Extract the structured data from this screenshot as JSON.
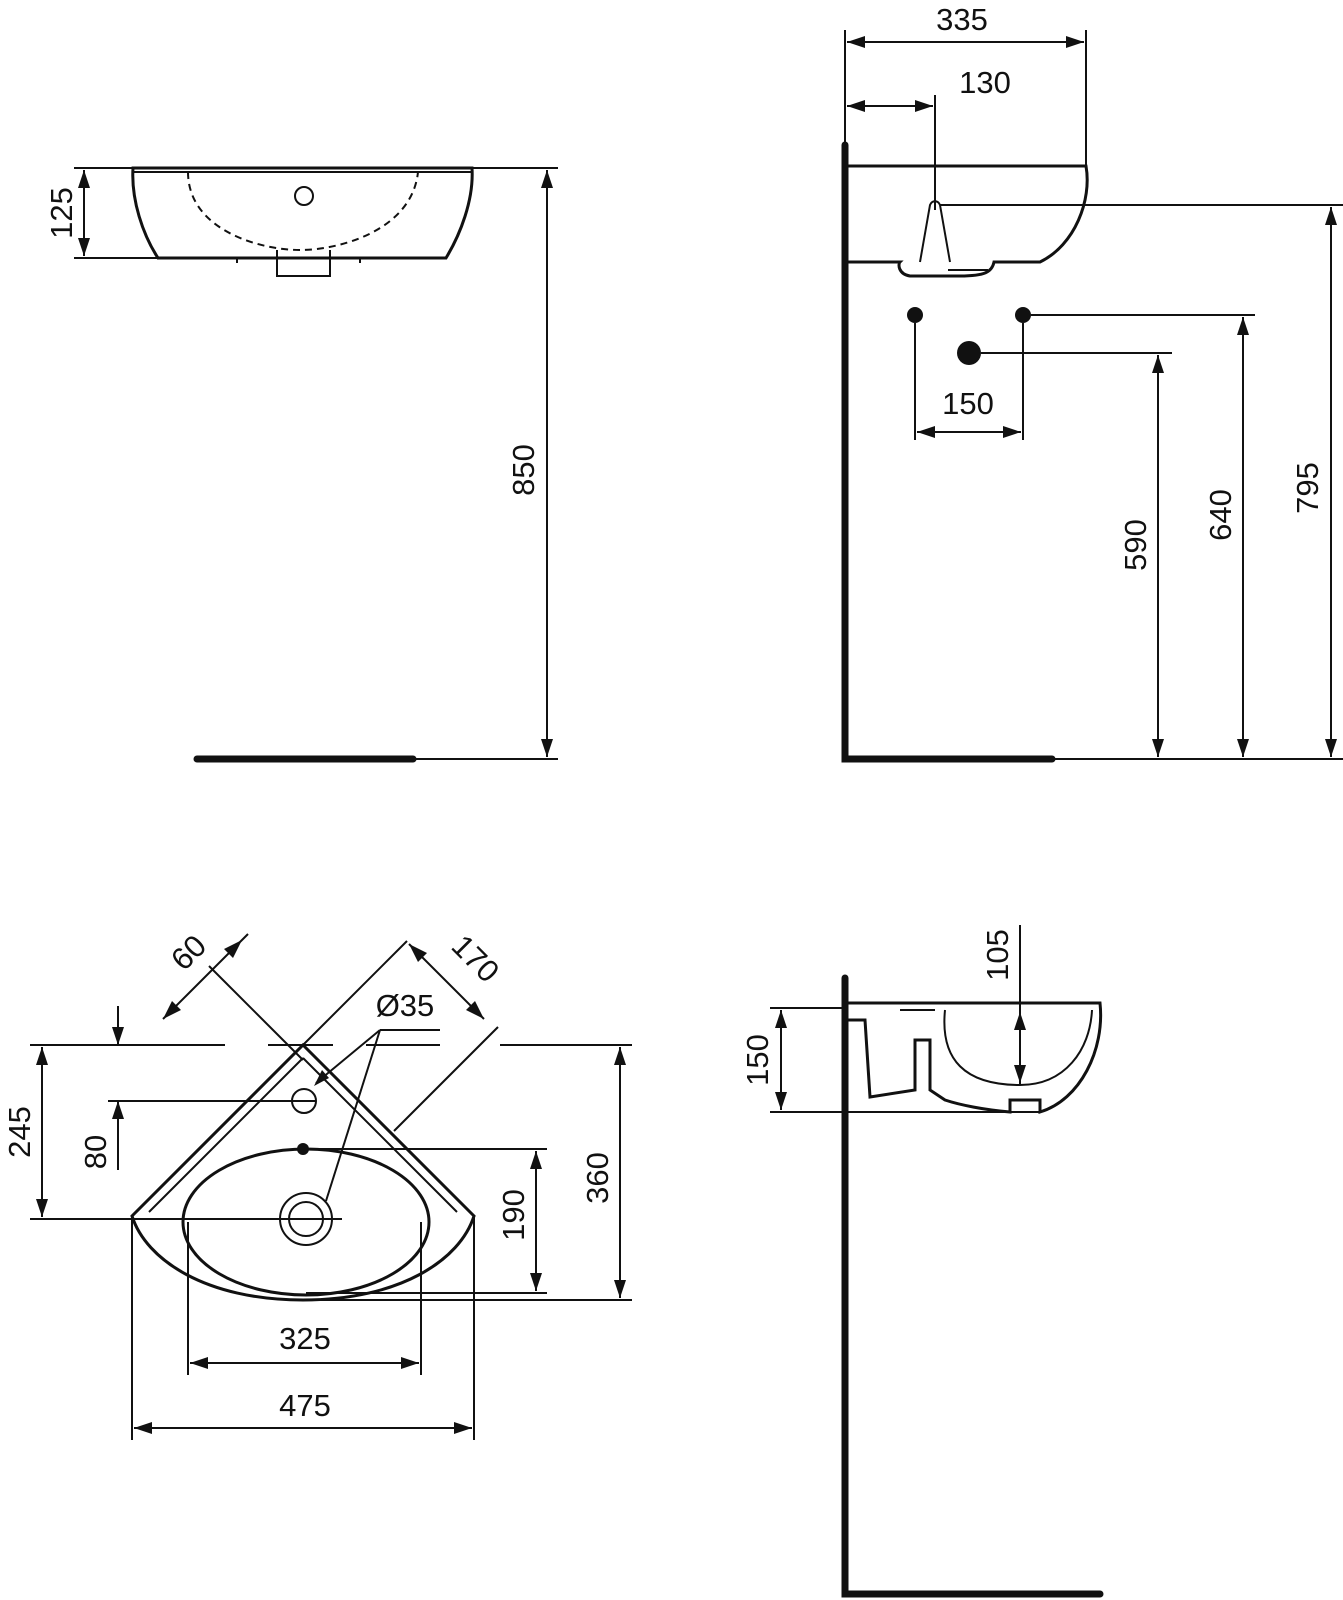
{
  "views": {
    "front_elevation": {
      "dims": {
        "rim_height": "125",
        "total_height": "850"
      }
    },
    "side_elevation": {
      "dims": {
        "depth": "335",
        "tap_offset": "130",
        "fixing_spacing": "150",
        "waste_height": "590",
        "fixing_height": "640",
        "overflow_height": "795"
      }
    },
    "plan_view": {
      "dims": {
        "tap_offset": "60",
        "diagonal": "170",
        "tap_hole": "Ø35",
        "rear_depth": "245",
        "tap_depth": "80",
        "bowl_depth": "190",
        "total_depth": "360",
        "bowl_width": "325",
        "total_width": "475"
      }
    },
    "section_view": {
      "dims": {
        "bowl_depth": "105",
        "basin_height": "150"
      }
    }
  },
  "colors": {
    "line": "#111111",
    "background": "#ffffff"
  }
}
